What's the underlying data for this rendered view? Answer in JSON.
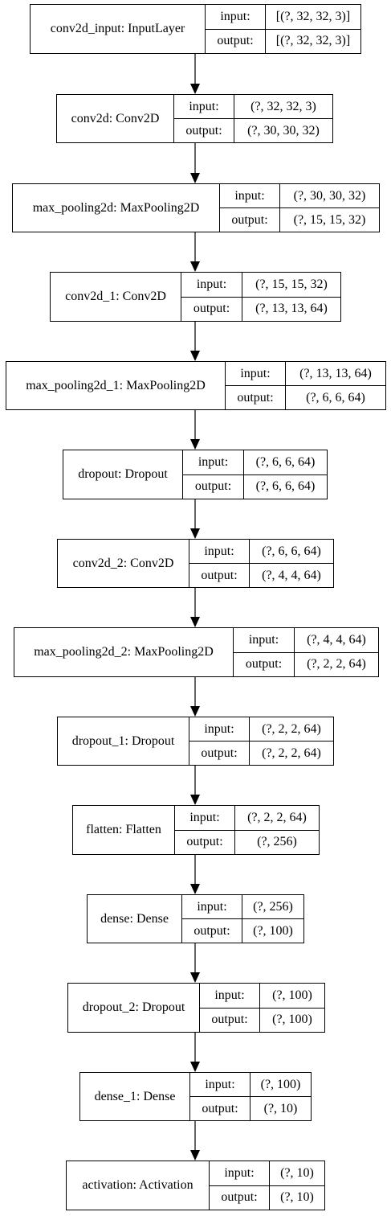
{
  "input_label": "input:",
  "output_label": "output:",
  "layers": [
    {
      "name": "conv2d_input: InputLayer",
      "input": "[(?, 32, 32, 3)]",
      "output": "[(?, 32, 32, 3)]"
    },
    {
      "name": "conv2d: Conv2D",
      "input": "(?, 32, 32, 3)",
      "output": "(?, 30, 30, 32)"
    },
    {
      "name": "max_pooling2d: MaxPooling2D",
      "input": "(?, 30, 30, 32)",
      "output": "(?, 15, 15, 32)"
    },
    {
      "name": "conv2d_1: Conv2D",
      "input": "(?, 15, 15, 32)",
      "output": "(?, 13, 13, 64)"
    },
    {
      "name": "max_pooling2d_1: MaxPooling2D",
      "input": "(?, 13, 13, 64)",
      "output": "(?, 6, 6, 64)"
    },
    {
      "name": "dropout: Dropout",
      "input": "(?, 6, 6, 64)",
      "output": "(?, 6, 6, 64)"
    },
    {
      "name": "conv2d_2: Conv2D",
      "input": "(?, 6, 6, 64)",
      "output": "(?, 4, 4, 64)"
    },
    {
      "name": "max_pooling2d_2: MaxPooling2D",
      "input": "(?, 4, 4, 64)",
      "output": "(?, 2, 2, 64)"
    },
    {
      "name": "dropout_1: Dropout",
      "input": "(?, 2, 2, 64)",
      "output": "(?, 2, 2, 64)"
    },
    {
      "name": "flatten: Flatten",
      "input": "(?, 2, 2, 64)",
      "output": "(?, 256)"
    },
    {
      "name": "dense: Dense",
      "input": "(?, 256)",
      "output": "(?, 100)"
    },
    {
      "name": "dropout_2: Dropout",
      "input": "(?, 100)",
      "output": "(?, 100)"
    },
    {
      "name": "dense_1: Dense",
      "input": "(?, 100)",
      "output": "(?, 10)"
    },
    {
      "name": "activation: Activation",
      "input": "(?, 10)",
      "output": "(?, 10)"
    }
  ]
}
